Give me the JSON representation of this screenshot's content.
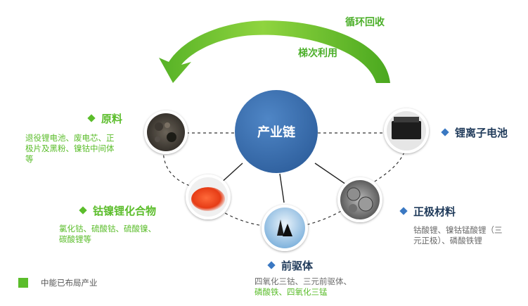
{
  "center": {
    "label": "产业链"
  },
  "cycle": {
    "outer_label": "循环回收",
    "inner_label": "梯次利用"
  },
  "nodes": {
    "raw_materials": {
      "title": "原料",
      "desc_lines": [
        "退役锂电池、废电芯、正",
        "极片及黑粉、镍钴中间体",
        "等"
      ]
    },
    "cobalt_nickel_lithium": {
      "title": "钴镍锂化合物",
      "desc_lines": [
        "氯化钴、硫酸钴、硫酸镍、",
        "碳酸锂等"
      ]
    },
    "precursor": {
      "title": "前驱体",
      "desc_lines": [
        "四氧化三钴、三元前驱体、",
        "磷酸铁、四氧化三锰"
      ]
    },
    "cathode": {
      "title": "正极材料",
      "desc_lines": [
        "钴酸锂、镍钴锰酸锂（三",
        "元正极）、磷酸铁锂"
      ]
    },
    "battery": {
      "title": "锂离子电池"
    }
  },
  "legend": {
    "label": "中能已布局产业"
  },
  "colors": {
    "green": "#5bbd2b",
    "arrow_green": "#6cc52f",
    "center_blue": "#3d74b2",
    "blue_diamond": "#3a78c2",
    "dark_title": "#1f3a5a",
    "gray_text": "#6a6a6a"
  }
}
